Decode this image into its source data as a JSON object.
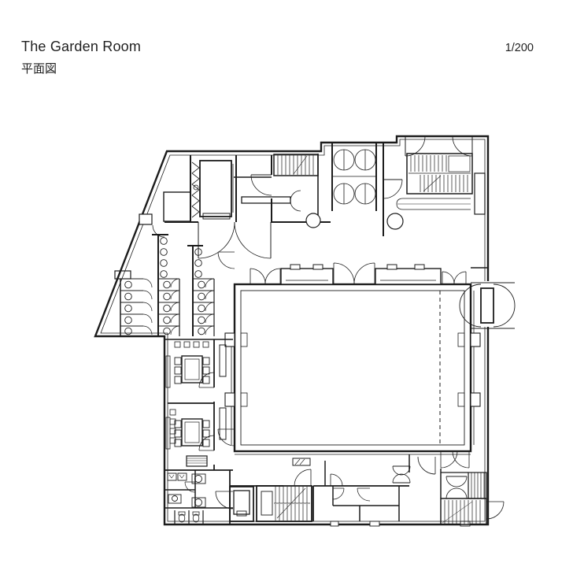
{
  "header": {
    "title": "The Garden Room",
    "subtitle": "平面図",
    "scale": "1/200"
  },
  "colors": {
    "ink": "#1c1c1c",
    "background": "#ffffff"
  }
}
